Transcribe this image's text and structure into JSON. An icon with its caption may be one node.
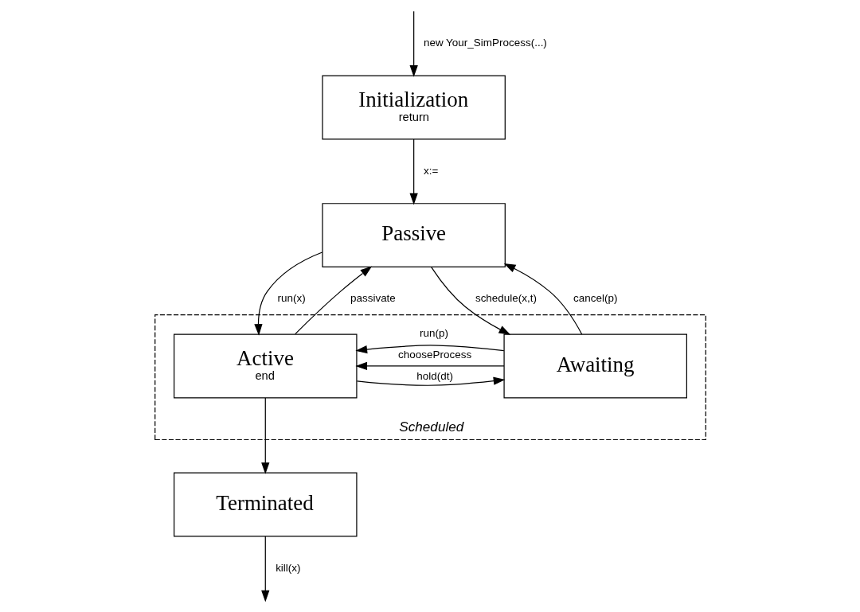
{
  "diagram": {
    "nodes": [
      {
        "text": [
          "Initialization",
          "return"
        ]
      },
      {
        "text": [
          "Passive"
        ]
      },
      {
        "text": [
          "Scheduled"
        ]
      },
      {
        "text": [
          "Active",
          "end"
        ],
        "in": 2
      },
      {
        "text": [
          "Awaiting"
        ],
        "in": 2
      },
      {
        "text": [
          "Terminated"
        ]
      }
    ],
    "edges": [
      {
        "from": null,
        "to": 0,
        "arrow": "to",
        "label": "new Your_SimProcess(...)"
      },
      {
        "from": 0,
        "to": 1,
        "arrow": "to",
        "label": "x:="
      },
      {
        "from": 3,
        "to": 1,
        "arrow": "to",
        "label": "passivate"
      },
      {
        "from": 1,
        "to": 3,
        "arrow": "to",
        "label": "run(x)"
      },
      {
        "from": 1,
        "to": 4,
        "arrow": "to",
        "label": "schedule(x,t)"
      },
      {
        "from": 4,
        "to": 1,
        "arrow": "to",
        "label": "cancel(p)"
      },
      {
        "from": 3,
        "to": 4,
        "arrow": "to",
        "label": "hold(dt)"
      },
      {
        "from": 4,
        "to": 3,
        "arrow": "to",
        "label": "run(p)"
      },
      {
        "from": 4,
        "to": 3,
        "arrow": "to",
        "label": "chooseProcess"
      },
      {
        "from": 3,
        "to": 5,
        "arrow": "to"
      },
      {
        "from": 5,
        "to": null,
        "arrow": "to",
        "label": "kill(x)"
      }
    ]
  }
}
